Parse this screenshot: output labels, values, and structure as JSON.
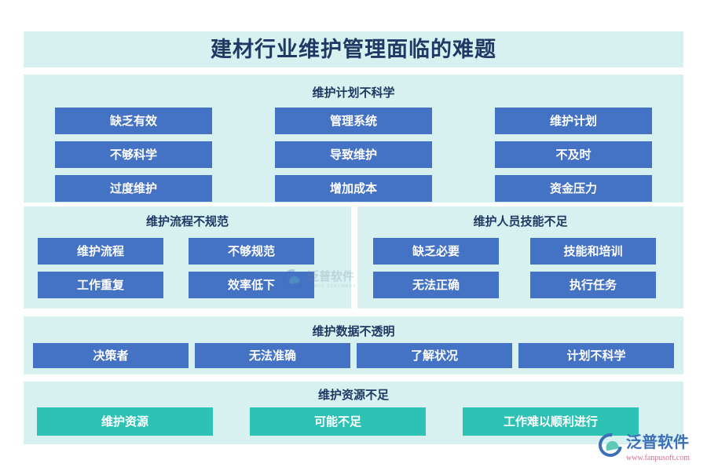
{
  "title": "建材行业维护管理面临的难题",
  "sections": [
    {
      "id": "maintenance-plan-unscientific",
      "heading": "维护计划不科学",
      "color": "#4472c4",
      "items": [
        "缺乏有效",
        "管理系统",
        "维护计划",
        "不够科学",
        "导致维护",
        "不及时",
        "过度维护",
        "增加成本",
        "资金压力"
      ]
    },
    {
      "id": "maintenance-process-nonstandard",
      "heading": "维护流程不规范",
      "color": "#4472c4",
      "items": [
        "维护流程",
        "不够规范",
        "工作重复",
        "效率低下"
      ]
    },
    {
      "id": "maintenance-staff-skills-insufficient",
      "heading": "维护人员技能不足",
      "color": "#4472c4",
      "items": [
        "缺乏必要",
        "技能和培训",
        "无法正确",
        "执行任务"
      ]
    },
    {
      "id": "maintenance-data-opaque",
      "heading": "维护数据不透明",
      "color": "#4472c4",
      "items": [
        "决策者",
        "无法准确",
        "了解状况",
        "计划不科学"
      ]
    },
    {
      "id": "maintenance-resources-insufficient",
      "heading": "维护资源不足",
      "color": "#2ec2b4",
      "items": [
        "维护资源",
        "可能不足",
        "工作难以顺利进行"
      ]
    }
  ],
  "watermark": {
    "brand": "泛普软件",
    "brand_latin": "FANPU SOFTWARE",
    "url": "www.fanpusoft.com"
  },
  "colors": {
    "panel_background": "#d6f1f0",
    "box_blue": "#4472c4",
    "box_teal": "#2ec2b4",
    "heading_text": "#1f3864",
    "page_background": "#ffffff"
  }
}
